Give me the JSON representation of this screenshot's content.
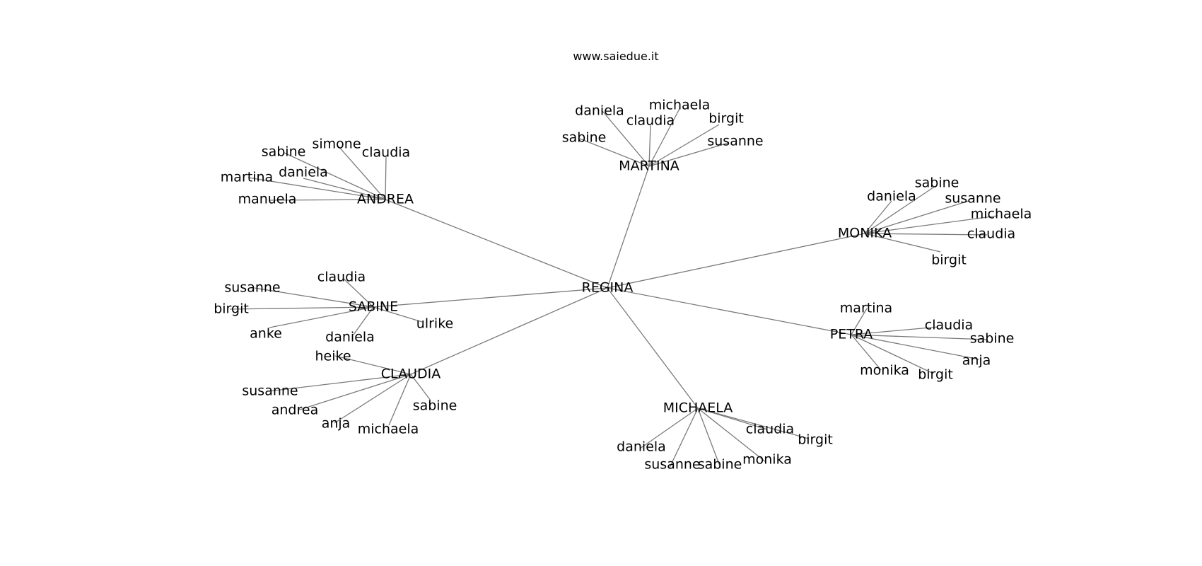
{
  "site": "www.saiedue.it",
  "center": "REGINA",
  "groups": [
    {
      "hub": "MARTINA",
      "leaves": [
        "daniela",
        "michaela",
        "claudia",
        "birgit",
        "sabine",
        "susanne"
      ]
    },
    {
      "hub": "ANDREA",
      "leaves": [
        "sabine",
        "simone",
        "claudia",
        "daniela",
        "martina",
        "manuela"
      ]
    },
    {
      "hub": "MONIKA",
      "leaves": [
        "sabine",
        "daniela",
        "susanne",
        "michaela",
        "claudia",
        "birgit"
      ]
    },
    {
      "hub": "SABINE",
      "leaves": [
        "claudia",
        "susanne",
        "birgit",
        "ulrike",
        "anke",
        "daniela"
      ]
    },
    {
      "hub": "CLAUDIA",
      "leaves": [
        "heike",
        "susanne",
        "sabine",
        "andrea",
        "anja",
        "michaela"
      ]
    },
    {
      "hub": "PETRA",
      "leaves": [
        "martina",
        "claudia",
        "sabine",
        "anja",
        "monika",
        "birgit"
      ]
    },
    {
      "hub": "MICHAELA",
      "leaves": [
        "claudia",
        "birgit",
        "daniela",
        "susanne",
        "sabine",
        "monika"
      ]
    }
  ]
}
